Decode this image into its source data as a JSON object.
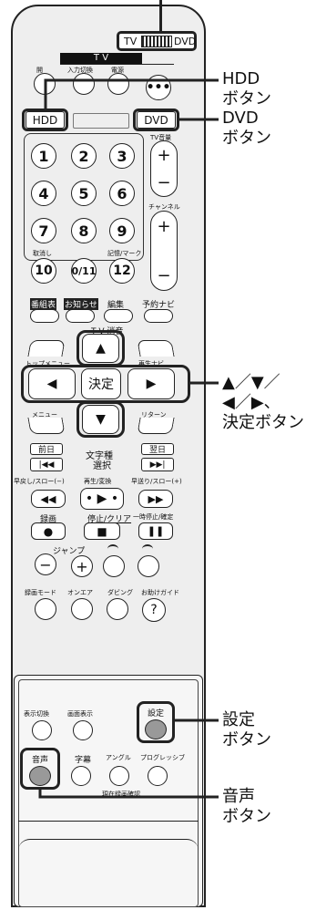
{
  "switch": {
    "tv": "TV",
    "dvd": "DVD"
  },
  "tv_band": "T V",
  "top_partial": {
    "left": "開",
    "mid": "入力切換",
    "right": "電源"
  },
  "hdd": "HDD",
  "dvd": "DVD",
  "numbers": [
    "1",
    "2",
    "3",
    "4",
    "5",
    "6",
    "7",
    "8",
    "9",
    "10",
    "0/11",
    "12"
  ],
  "cancel": "取消し",
  "mark": "記憶/マーク",
  "tv_volume": "TV音量",
  "channel": "チャンネル",
  "plus": "+",
  "minus": "−",
  "row_labels": [
    "番組表",
    "お知らせ",
    "編集",
    "予約ナビ"
  ],
  "tv_mute": "T V 消音",
  "top_menu": "トップメニュー",
  "play_navi": "再生ナビ",
  "menu": "メニュー",
  "return": "リターン",
  "enter": "決定",
  "prev_day": "前日",
  "next_day": "翌日",
  "text_type": "文字種",
  "select": "選択",
  "skip_prev": "|◀◀",
  "skip_next": "▶▶|",
  "rew_label": "早戻し/スロー(−)",
  "play_label": "再生/変換",
  "ff_label": "早送り/スロー(+)",
  "rec": "録画",
  "stop_clear": "停止/クリア",
  "pause_set": "一時停止/確定",
  "jump": "ジャンプ",
  "rec_mode": "録画モード",
  "on_air": "オンエア",
  "dubbing": "ダビング",
  "help_guide": "お助けガイド",
  "disp_switch": "表示切換",
  "screen_disp": "画面表示",
  "settings_btn": "設定",
  "audio_btn": "音声",
  "subtitle": "字幕",
  "angle": "アングル",
  "progressive": "プログレッシブ",
  "now_rec_check": "現在録画確認",
  "callouts": {
    "hdd": [
      "HDD",
      "ボタン"
    ],
    "dvd": [
      "DVD",
      "ボタン"
    ],
    "arrows": [
      "▲／▼／",
      "◀／▶、",
      "決定ボタン"
    ],
    "settings": [
      "設定",
      "ボタン"
    ],
    "audio": [
      "音声",
      "ボタン"
    ]
  }
}
